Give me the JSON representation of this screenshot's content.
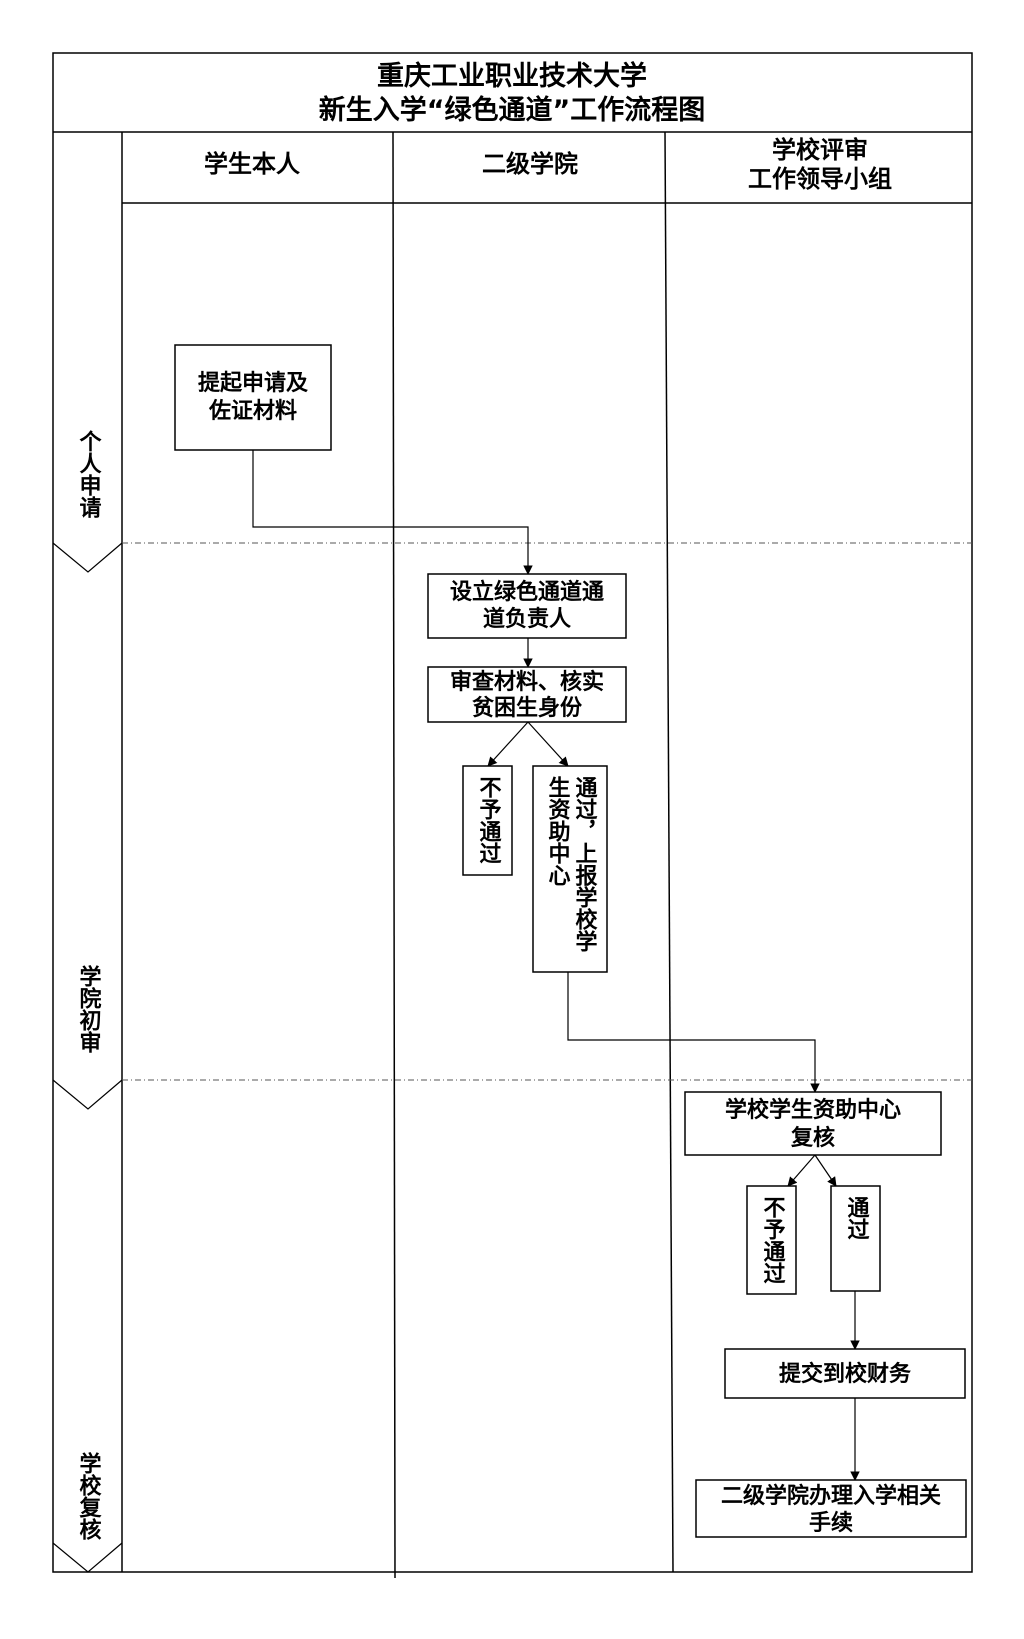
{
  "title": {
    "line1": "重庆工业职业技术大学",
    "line2": "新生入学“绿色通道”工作流程图"
  },
  "lanes": {
    "student": "学生本人",
    "college": "二级学院",
    "committee_line1": "学校评审",
    "committee_line2": "工作领导小组"
  },
  "phases": {
    "apply": "个人申请",
    "college_review": "学院初审",
    "school_review": "学校复核"
  },
  "nodes": {
    "submit_line1": "提起申请及",
    "submit_line2": "佐证材料",
    "assign_line1": "设立绿色通道通",
    "assign_line2": "道负责人",
    "verify_line1": "审查材料、核实",
    "verify_line2": "贫困生身份",
    "reject1": "不予通过",
    "pass_report_col1": "通过，上报学校学",
    "pass_report_col2": "生资助中心",
    "center_review_line1": "学校学生资助中心",
    "center_review_line2": "复核",
    "reject2": "不予通过",
    "pass2": "通过",
    "finance": "提交到校财务",
    "enroll_line1": "二级学院办理入学相关",
    "enroll_line2": "手续"
  }
}
